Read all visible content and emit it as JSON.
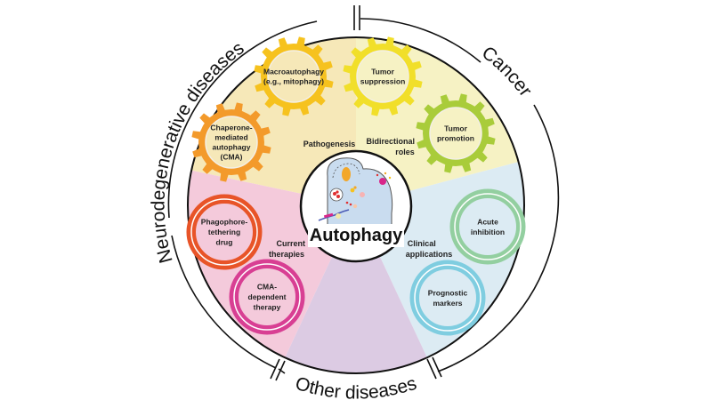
{
  "title": "Autophagy",
  "outer_labels": {
    "left": "Neurodegenerative diseases",
    "right": "Cancer",
    "bottom": "Other diseases"
  },
  "sectors": [
    {
      "id": "pathogenesis",
      "label": "Pathogenesis",
      "color": "#f6e8b8"
    },
    {
      "id": "bidirectional",
      "label_lines": [
        "Bidirectional",
        "roles"
      ],
      "color": "#f6f2c4"
    },
    {
      "id": "clinical",
      "label_lines": [
        "Clinical",
        "applications"
      ],
      "color": "#dcebf3"
    },
    {
      "id": "other",
      "color": "#dccbe3"
    },
    {
      "id": "therapies",
      "label_lines": [
        "Current",
        "therapies"
      ],
      "color": "#f4cadb"
    }
  ],
  "gears": [
    {
      "id": "cma",
      "lines": [
        "Chaperone-",
        "mediated",
        "autophagy",
        "(CMA)"
      ],
      "color": "#f39a2b"
    },
    {
      "id": "macro",
      "lines": [
        "Macroautophagy",
        "(e.g., mitophagy)"
      ],
      "color": "#f6c21e"
    },
    {
      "id": "suppression",
      "lines": [
        "Tumor",
        "suppression"
      ],
      "color": "#f1df2a"
    },
    {
      "id": "promotion",
      "lines": [
        "Tumor",
        "promotion"
      ],
      "color": "#a9cc3a"
    }
  ],
  "rings": [
    {
      "id": "phagophore",
      "lines": [
        "Phagophore-",
        "tethering",
        "drug"
      ],
      "color": "#e85428"
    },
    {
      "id": "cma-therapy",
      "lines": [
        "CMA-",
        "dependent",
        "therapy"
      ],
      "color": "#d83f93"
    },
    {
      "id": "acute",
      "lines": [
        "Acute",
        "inhibition"
      ],
      "color": "#93cfa0"
    },
    {
      "id": "prognostic",
      "lines": [
        "Prognostic",
        "markers"
      ],
      "color": "#7fcde0"
    }
  ]
}
